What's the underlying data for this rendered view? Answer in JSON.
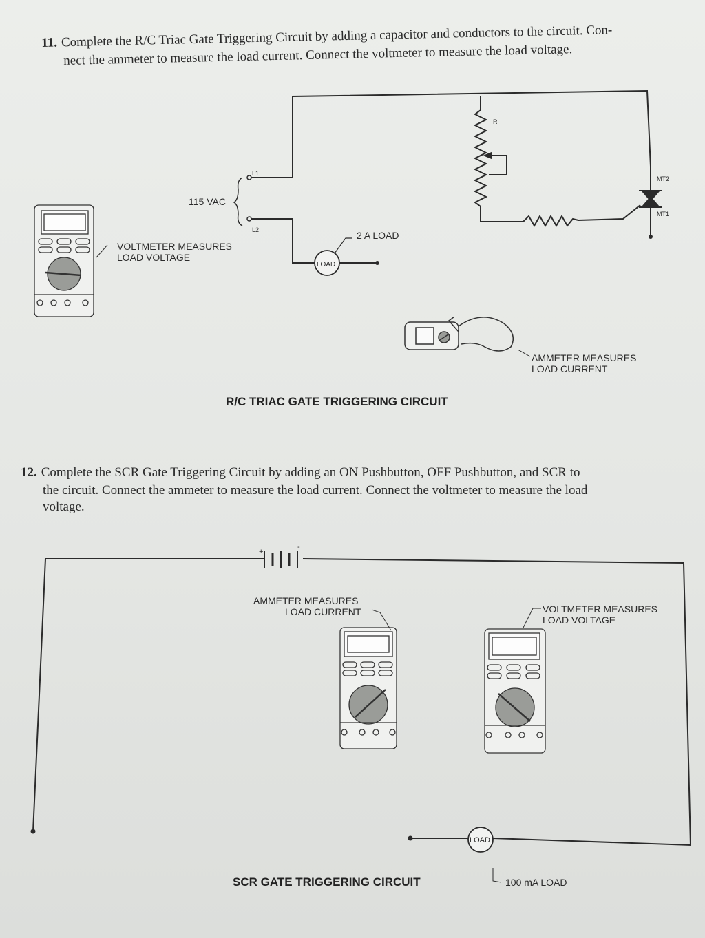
{
  "q11": {
    "number": "11.",
    "text_line1": "Complete the R/C Triac Gate Triggering Circuit by adding a capacitor and conductors to the circuit. Con-",
    "text_line2": "nect the ammeter to measure the load current. Connect the voltmeter to measure the load voltage.",
    "source_label": "115 VAC",
    "l1": "L1",
    "l2": "L2",
    "resistor_label": "R",
    "mt2": "MT2",
    "mt1": "MT1",
    "load_rating": "2 A LOAD",
    "load": "LOAD",
    "voltmeter_label_1": "VOLTMETER MEASURES",
    "voltmeter_label_2": "LOAD VOLTAGE",
    "ammeter_label_1": "AMMETER MEASURES",
    "ammeter_label_2": "LOAD CURRENT",
    "diagram_title": "R/C TRIAC GATE TRIGGERING CIRCUIT"
  },
  "q12": {
    "number": "12.",
    "text_line1": "Complete the SCR Gate Triggering Circuit by adding an ON Pushbutton, OFF Pushbutton, and SCR to",
    "text_line2": "the circuit. Connect the ammeter to measure the load current. Connect the voltmeter to measure the load",
    "text_line3": "voltage.",
    "battery_plus": "+",
    "battery_minus": "-",
    "ammeter_label_1": "AMMETER MEASURES",
    "ammeter_label_2": "LOAD CURRENT",
    "voltmeter_label_1": "VOLTMETER MEASURES",
    "voltmeter_label_2": "LOAD VOLTAGE",
    "load": "LOAD",
    "load_rating": "100 mA LOAD",
    "diagram_title": "SCR GATE TRIGGERING CIRCUIT"
  }
}
